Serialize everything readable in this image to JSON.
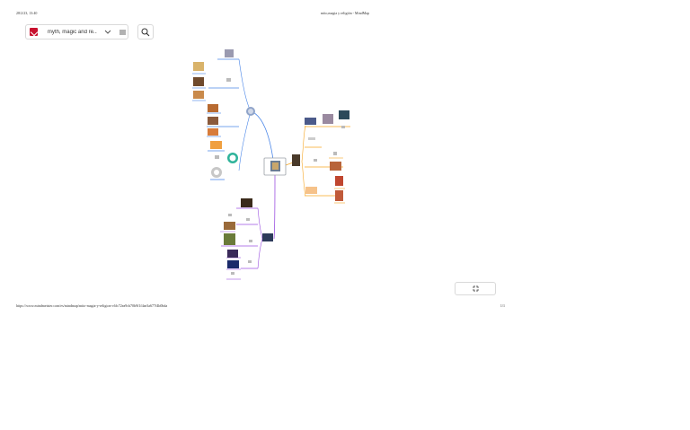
{
  "header": {
    "datetime": "28/2/23, 13:40",
    "page_title": "mito,magia y religión - MindMap"
  },
  "toolbar": {
    "logo_icon": "mindmeister-logo-icon",
    "map_title": "myth, magic and re...",
    "dropdown_icon": "chevron-down-icon",
    "menu_icon": "hamburger-menu-icon",
    "search_icon": "search-icon",
    "fit_icon": "fit-to-screen-icon"
  },
  "colors": {
    "blue": "#4a86e8",
    "orange": "#f6a623",
    "purple": "#9b51e0",
    "center_border": "#9aa0a6"
  },
  "footer": {
    "url": "https://www.mindmeister.com/es/mindmap/mito-magia-y-religion-c6fc72ea9cb70b9f1f4ae3a677f4b0bda",
    "page": "1/1"
  }
}
